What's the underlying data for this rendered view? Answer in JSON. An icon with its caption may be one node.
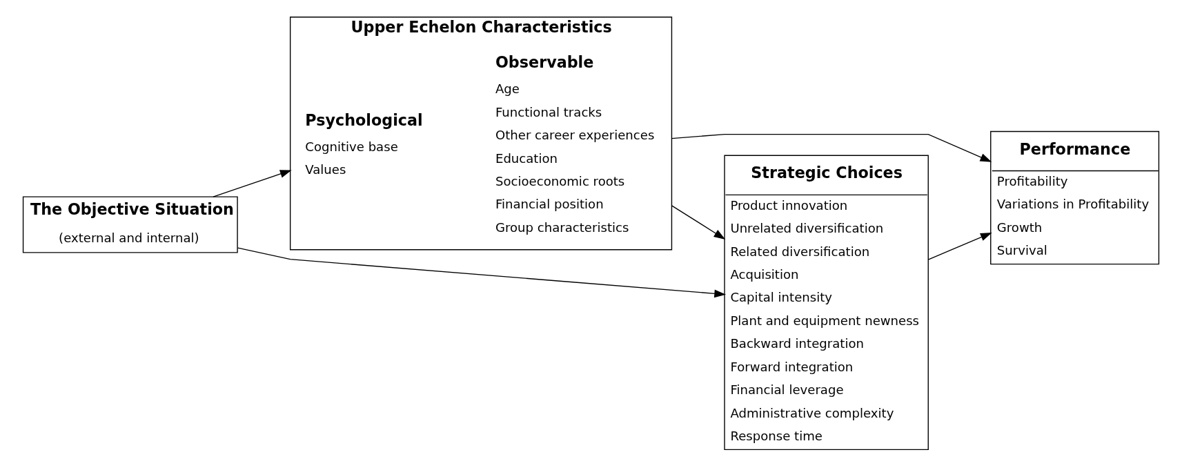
{
  "diagram": {
    "nodes": [
      {
        "text": [
          "The Objective Situation",
          "(external and internal)"
        ]
      },
      {
        "text": [
          "Upper Echelon Characteristics"
        ]
      },
      {
        "text": [
          "Psychological",
          "Cognitive base",
          "Values"
        ],
        "in": 1
      },
      {
        "text": [
          "Observable",
          "Age",
          "Functional tracks",
          "Other career experiences",
          "Education",
          "Socioeconomic roots",
          "Financial position",
          "Group characteristics"
        ],
        "in": 1
      },
      {
        "text": [
          "Strategic Choices",
          "Product innovation",
          "Unrelated diversification",
          "Related diversification",
          "Acquisition",
          "Capital intensity",
          "Plant and equipment newness",
          "Backward integration",
          "Forward integration",
          "Financial leverage",
          "Administrative complexity",
          "Response time"
        ]
      },
      {
        "text": [
          "Performance",
          "Profitability",
          "Variations in Profitability",
          "Growth",
          "Survival"
        ]
      }
    ],
    "edges": [
      {
        "from": 0,
        "to": 1,
        "arrow": "to"
      },
      {
        "from": 1,
        "to": 4,
        "arrow": "to"
      },
      {
        "from": 4,
        "to": 5,
        "arrow": "to"
      },
      {
        "from": 1,
        "to": 5,
        "arrow": "to"
      },
      {
        "from": 0,
        "to": 4,
        "arrow": "to"
      }
    ]
  }
}
